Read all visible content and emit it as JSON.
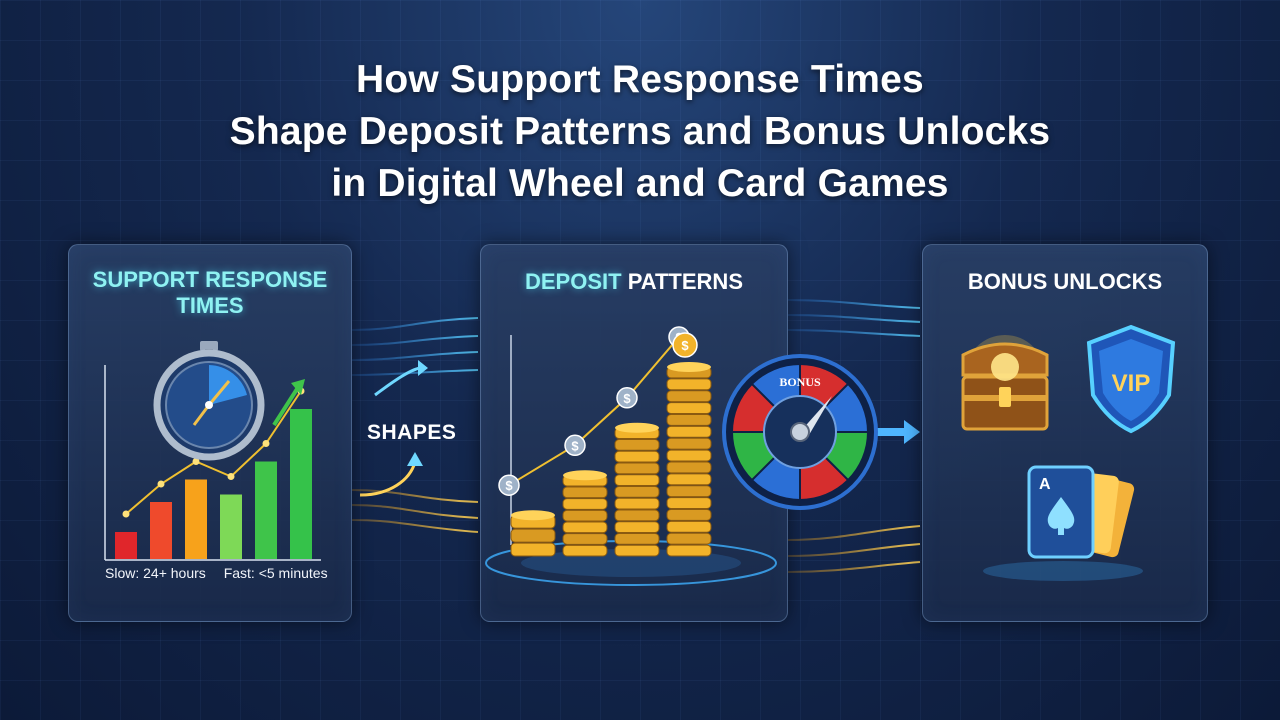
{
  "title": {
    "line1": "How Support Response Times",
    "line2": "Shape Deposit Patterns and Bonus Unlocks",
    "line3": "in Digital Wheel and Card Games"
  },
  "panels": {
    "support": {
      "title_part1": "SUPPORT RESPONSE",
      "title_part2": "TIMES",
      "slow_label": "Slow: 24+ hours",
      "fast_label": "Fast: <5 minutes",
      "bar_levels": [
        0.18,
        0.38,
        0.53,
        0.43,
        0.65,
        1.0
      ],
      "bar_colors": [
        "#e0262b",
        "#ef4a2c",
        "#f7a21b",
        "#7ed957",
        "#3fc44a",
        "#35c24a"
      ],
      "icons": [
        "stopwatch-icon"
      ]
    },
    "connector": {
      "label": "SHAPES"
    },
    "deposit": {
      "title_part1": "DEPOSIT",
      "title_part2": " PATTERNS",
      "coin_stack_levels": [
        0.22,
        0.43,
        0.68,
        1.0
      ],
      "icons": [
        "dollar-coin-icon",
        "coin-stack-icon"
      ]
    },
    "wheel": {
      "label": "BONUS",
      "segment_colors": [
        "#d62e2e",
        "#2b6fd6",
        "#2fb546",
        "#d62e2e",
        "#2b6fd6",
        "#2fb546",
        "#d62e2e",
        "#2b6fd6"
      ],
      "icons": [
        "bonus-wheel-icon"
      ]
    },
    "bonus": {
      "title": "BONUS UNLOCKS",
      "vip_text": "VIP",
      "card_rank": "A",
      "icons": [
        "treasure-chest-icon",
        "vip-shield-icon",
        "playing-cards-icon"
      ]
    }
  },
  "colors": {
    "accent_cyan": "#8ff2f2",
    "glow_blue": "#39a8ff",
    "gold": "#f2b32a",
    "background": "#14284f"
  }
}
